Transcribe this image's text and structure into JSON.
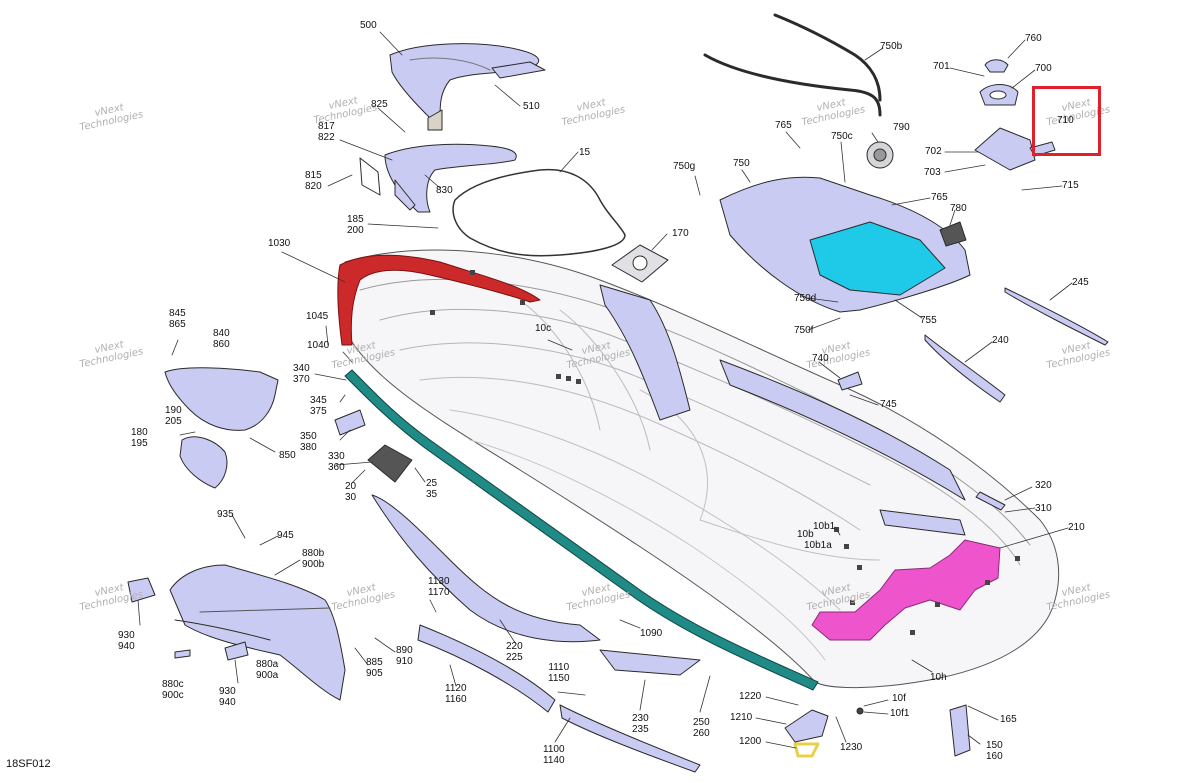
{
  "diagram": {
    "reference": "18SF012",
    "watermark_lines": [
      "vNext",
      "Technologies"
    ],
    "colors": {
      "outline": "#2b2b2b",
      "part_fill": "#c9cbf2",
      "red": "#cc2a2a",
      "teal": "#1f8a86",
      "cyan": "#1fc9e8",
      "magenta": "#ee55cc",
      "yellow": "#e8d04a",
      "highlight": "#e0202a"
    },
    "labels": [
      {
        "id": "500",
        "text": "500"
      },
      {
        "id": "510",
        "text": "510"
      },
      {
        "id": "825",
        "text": "825"
      },
      {
        "id": "817",
        "text": "817\n822"
      },
      {
        "id": "815",
        "text": "815\n820"
      },
      {
        "id": "830",
        "text": "830"
      },
      {
        "id": "15",
        "text": "15"
      },
      {
        "id": "185",
        "text": "185\n200"
      },
      {
        "id": "170",
        "text": "170"
      },
      {
        "id": "1030",
        "text": "1030"
      },
      {
        "id": "845",
        "text": "845\n865"
      },
      {
        "id": "840",
        "text": "840\n860"
      },
      {
        "id": "1045",
        "text": "1045"
      },
      {
        "id": "1040",
        "text": "1040"
      },
      {
        "id": "340",
        "text": "340\n370"
      },
      {
        "id": "345",
        "text": "345\n375"
      },
      {
        "id": "350",
        "text": "350\n380"
      },
      {
        "id": "330",
        "text": "330\n360"
      },
      {
        "id": "20",
        "text": "20\n30"
      },
      {
        "id": "25",
        "text": "25\n35"
      },
      {
        "id": "190",
        "text": "190\n205"
      },
      {
        "id": "180",
        "text": "180\n195"
      },
      {
        "id": "850",
        "text": "850"
      },
      {
        "id": "10c",
        "text": "10c"
      },
      {
        "id": "750b",
        "text": "750b"
      },
      {
        "id": "765a",
        "text": "765"
      },
      {
        "id": "750c",
        "text": "750c"
      },
      {
        "id": "790",
        "text": "790"
      },
      {
        "id": "750g",
        "text": "750g"
      },
      {
        "id": "750",
        "text": "750"
      },
      {
        "id": "765b",
        "text": "765"
      },
      {
        "id": "780",
        "text": "780"
      },
      {
        "id": "750d",
        "text": "750d"
      },
      {
        "id": "750f",
        "text": "750f"
      },
      {
        "id": "755",
        "text": "755"
      },
      {
        "id": "740",
        "text": "740"
      },
      {
        "id": "745",
        "text": "745"
      },
      {
        "id": "760",
        "text": "760"
      },
      {
        "id": "701",
        "text": "701"
      },
      {
        "id": "700",
        "text": "700"
      },
      {
        "id": "710",
        "text": "710"
      },
      {
        "id": "702",
        "text": "702"
      },
      {
        "id": "703",
        "text": "703"
      },
      {
        "id": "715",
        "text": "715"
      },
      {
        "id": "245",
        "text": "245"
      },
      {
        "id": "240",
        "text": "240"
      },
      {
        "id": "320",
        "text": "320"
      },
      {
        "id": "310",
        "text": "310"
      },
      {
        "id": "210",
        "text": "210"
      },
      {
        "id": "10b1",
        "text": "10b1"
      },
      {
        "id": "10b",
        "text": "10b"
      },
      {
        "id": "10b1a",
        "text": "10b1a"
      },
      {
        "id": "935",
        "text": "935"
      },
      {
        "id": "945",
        "text": "945"
      },
      {
        "id": "880b",
        "text": "880b\n900b"
      },
      {
        "id": "930a",
        "text": "930\n940"
      },
      {
        "id": "1130",
        "text": "1130\n1170"
      },
      {
        "id": "890",
        "text": "890\n910"
      },
      {
        "id": "885",
        "text": "885\n905"
      },
      {
        "id": "880a",
        "text": "880a\n900a"
      },
      {
        "id": "880c",
        "text": "880c\n900c"
      },
      {
        "id": "930b",
        "text": "930\n940"
      },
      {
        "id": "1090",
        "text": "1090"
      },
      {
        "id": "220",
        "text": "220\n225"
      },
      {
        "id": "1120",
        "text": "1120\n1160"
      },
      {
        "id": "1110",
        "text": "1110\n1150"
      },
      {
        "id": "230",
        "text": "230\n235"
      },
      {
        "id": "250",
        "text": "250\n260"
      },
      {
        "id": "1100",
        "text": "1100\n1140"
      },
      {
        "id": "1220",
        "text": "1220"
      },
      {
        "id": "1210",
        "text": "1210"
      },
      {
        "id": "1200",
        "text": "1200"
      },
      {
        "id": "1230",
        "text": "1230"
      },
      {
        "id": "10h",
        "text": "10h"
      },
      {
        "id": "10f",
        "text": "10f"
      },
      {
        "id": "10f1",
        "text": "10f1"
      },
      {
        "id": "165",
        "text": "165"
      },
      {
        "id": "150",
        "text": "150\n160"
      }
    ]
  }
}
